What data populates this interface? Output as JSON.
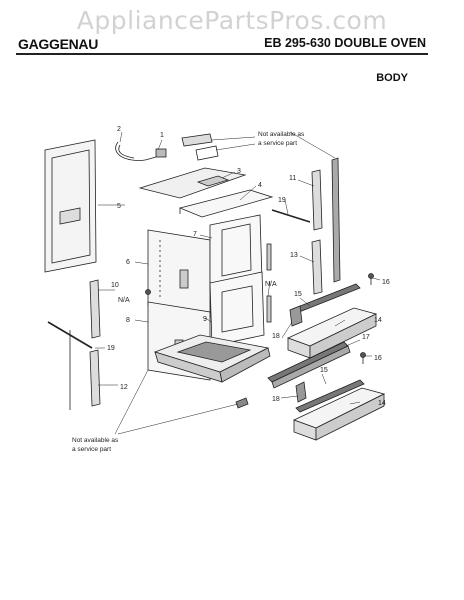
{
  "header": {
    "watermark": "AppliancePartsPros.com",
    "brand": "GAGGENAU",
    "model_title": "EB 295-630 DOUBLE OVEN",
    "section": "BODY"
  },
  "notes": {
    "top_line1": "Not available as",
    "top_line2": "a service part",
    "bottom_line1": "Not available as",
    "bottom_line2": "a service part"
  },
  "callouts": {
    "c1": "1",
    "c2": "2",
    "c3": "3",
    "c4": "4",
    "c5": "5",
    "c6": "6",
    "c7": "7",
    "c8": "8",
    "c9": "9",
    "c10": "10",
    "c11": "11",
    "c12": "12",
    "c13": "13",
    "c14a": "14",
    "c14b": "14",
    "c15a": "15",
    "c15b": "15",
    "c16a": "16",
    "c16b": "16",
    "c17": "17",
    "c18a": "18",
    "c18b": "18",
    "c19a": "19",
    "c19b": "19",
    "na_left": "N/A",
    "na_right": "N/A"
  }
}
